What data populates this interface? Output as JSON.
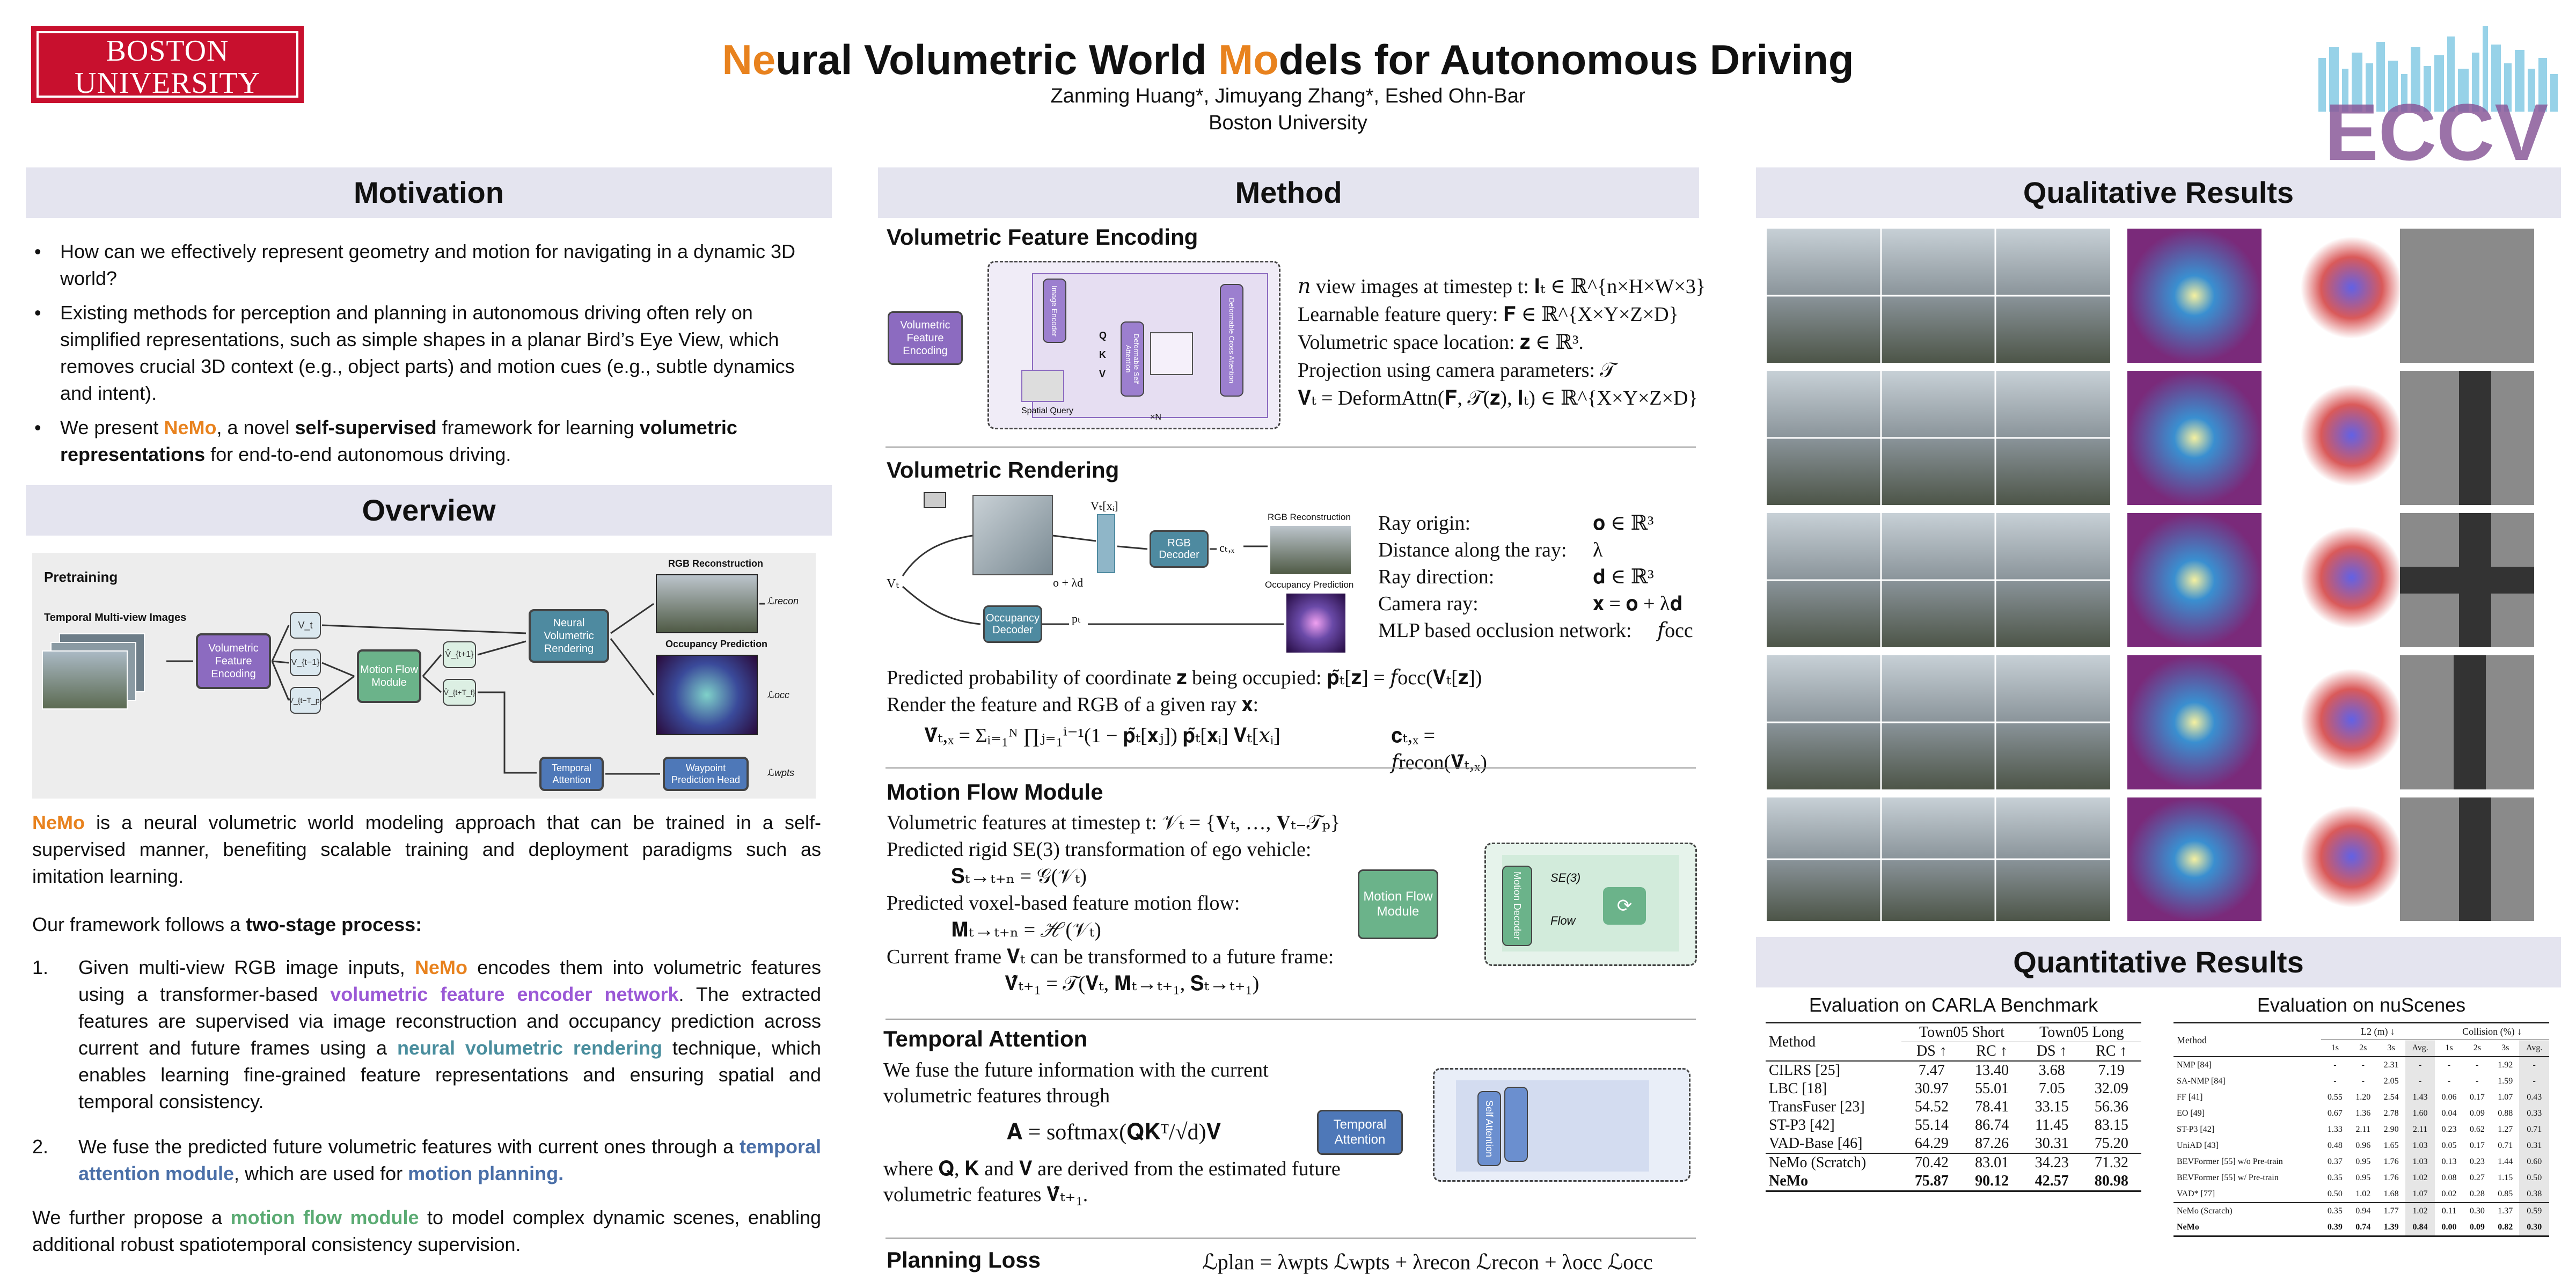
{
  "header": {
    "logo_line1": "BOSTON",
    "logo_line2": "UNIVERSITY",
    "title_pre1": "Ne",
    "title_mid1": "ural Volumetric World ",
    "title_pre2": "Mo",
    "title_mid2": "dels for Autonomous Driving",
    "authors": "Zanming Huang*, Jimuyang Zhang*, Eshed Ohn-Bar",
    "affiliation": "Boston University",
    "conf_logo": "ECCV"
  },
  "motivation": {
    "heading": "Motivation",
    "bullet1": "How can we effectively represent geometry and motion for navigating in a dynamic 3D world?",
    "bullet2": "Existing methods for perception and planning in autonomous driving often rely on simplified representations, such as simple shapes in a planar Bird’s Eye View, which removes crucial 3D context (e.g., object parts) and motion cues (e.g., subtle dynamics and intent).",
    "b3_a": "We present ",
    "b3_nemo": "NeMo",
    "b3_b": ", a novel ",
    "b3_ss": "self-supervised",
    "b3_c": " framework for learning ",
    "b3_vol": "volumetric representations",
    "b3_d": " for end-to-end autonomous driving."
  },
  "overview": {
    "heading": "Overview",
    "pretraining": "Pretraining",
    "temporal_images": "Temporal Multi-view Images",
    "vfe": "Volumetric Feature Encoding",
    "vt": "V_t",
    "vt1": "V_{t−1}",
    "vttp": "V_{t−T_p}",
    "mfm": "Motion Flow Module",
    "vhat1": "V̂_{t+1}",
    "vhatn": "V̂_{t+T_f}",
    "nvr": "Neural Volumetric Rendering",
    "rgb_recon": "RGB Reconstruction",
    "occ_pred": "Occupancy Prediction",
    "l_recon": "ℒrecon",
    "l_occ": "ℒocc",
    "ta": "Temporal Attention",
    "wph": "Waypoint Prediction Head",
    "l_wpts": "ℒwpts",
    "p1_a": "NeMo",
    "p1_b": " is a neural volumetric world modeling approach that can be trained in a self-supervised manner, benefiting scalable training and deployment paradigms such as imitation learning.",
    "p2_a": "Our framework follows a ",
    "p2_b": "two-stage process:",
    "i1_num": "1.",
    "i1_a": "Given multi-view RGB image inputs, ",
    "i1_nemo": "NeMo",
    "i1_b": " encodes them into volumetric features using a transformer-based ",
    "i1_vfen": "volumetric feature encoder network",
    "i1_c": ". The extracted features are supervised via image reconstruction and occupancy prediction across current and future frames using a ",
    "i1_nvr": "neural volumetric rendering",
    "i1_d": " technique, which enables learning fine-grained feature representations and ensuring spatial and temporal consistency.",
    "i2_num": "2.",
    "i2_a": "We fuse the predicted future volumetric features with current ones through a ",
    "i2_tam": "temporal attention module",
    "i2_b": ", which are used for ",
    "i2_mp": "motion planning.",
    "p3_a": "We further propose a ",
    "p3_mfm": "motion flow module",
    "p3_b": " to model complex dynamic scenes, enabling additional robust spatiotemporal consistency supervision."
  },
  "method": {
    "heading": "Method",
    "vfe_title": "Volumetric Feature Encoding",
    "vfe_box": "Volumetric Feature Encoding",
    "image_encoder": "Image Encoder",
    "q": "Q",
    "k": "K",
    "v": "V",
    "deform_self": "Deformable Self Attention",
    "deform_cross": "Deformable Cross Attention",
    "spatial_query": "Spatial Query",
    "xN": "×N",
    "vfe_l1": "𝑛 view images at timestep t: 𝐈ₜ ∈ ℝ^{n×H×W×3}",
    "vfe_l2": "Learnable feature query:      𝐅 ∈ ℝ^{X×Y×Z×D}",
    "vfe_l3": "Volumetric space location:    𝐳 ∈ ℝ³.",
    "vfe_l4": "Projection using camera parameters: 𝒯",
    "vfe_l5": "𝐕ₜ = DeformAttn(𝐅, 𝒯(𝐳), 𝐈ₜ) ∈ ℝ^{X×Y×Z×D}",
    "vr_title": "Volumetric Rendering",
    "vr_vtx": "Vₜ[xᵢ]",
    "vr_olam": "o + λd",
    "vr_vt": "Vₜ",
    "rgb_decoder": "RGB Decoder",
    "occ_decoder": "Occupancy Decoder",
    "ctx": "cₜ,ₓ",
    "pt": "pₜ",
    "vr_rgb": "RGB Reconstruction",
    "vr_occ": "Occupancy Prediction",
    "ray_origin": "Ray origin:",
    "ray_origin_v": "𝐨 ∈ ℝ³",
    "dist": "Distance along the ray:",
    "dist_v": "λ",
    "dir": "Ray direction:",
    "dir_v": "𝐝 ∈ ℝ³",
    "cam": "Camera ray:",
    "cam_v": "𝐱 = 𝐨 + λ𝐝",
    "mlp": "MLP based occlusion network:",
    "mlp_v": "𝑓occ",
    "vr_p1": "Predicted probability of coordinate 𝐳 being occupied:  𝐩̃ₜ[𝐳] = 𝑓occ(𝐕ₜ[𝐳])",
    "vr_p2": "Render the feature and RGB of a given ray 𝐱:",
    "vr_eq1": "𝐕̃ₜ,ₓ = Σᵢ₌₁ᴺ ∏ⱼ₌₁ⁱ⁻¹(1 − 𝐩̃ₜ[𝐱ⱼ]) 𝐩̃ₜ[𝐱ᵢ] 𝐕ₜ[𝑥ᵢ]",
    "vr_eq2": "𝐜ₜ,ₓ = 𝑓recon(𝐕̃ₜ,ₓ)",
    "mf_title": "Motion Flow Module",
    "mf_l1": "Volumetric features at timestep t:   𝒱ₜ = {𝐕ₜ, …, 𝐕ₜ₋𝒯ₚ}",
    "mf_l2": "Predicted rigid SE(3) transformation of ego vehicle:",
    "mf_l3": "𝐒ₜ→ₜ₊ₙ = 𝒢(𝒱ₜ)",
    "mf_l4": "Predicted voxel-based feature motion flow:",
    "mf_l5": "𝐌ₜ→ₜ₊ₙ = ℋ(𝒱ₜ)",
    "mf_l6": "Current frame 𝐕ₜ can be transformed to a future frame:",
    "mf_l7": "𝐕̂ₜ₊₁ = 𝒯(𝐕ₜ, 𝐌ₜ→ₜ₊₁, 𝐒ₜ→ₜ₊₁)",
    "mf_box": "Motion Flow Module",
    "motion_decoder": "Motion Decoder",
    "se3": "SE(3)",
    "flow": "Flow",
    "ta_title": "Temporal Attention",
    "ta_l1": "We fuse the future information with the current volumetric features through",
    "ta_eq": "𝐀 = softmax(𝐐𝐊ᵀ/√d)𝐕",
    "ta_l2": "where 𝐐, 𝐊 and 𝐕 are derived from the estimated future volumetric features 𝐕̂ₜ₊₁.",
    "ta_box": "Temporal Attention",
    "self_attention": "Self Attention",
    "pl_title": "Planning Loss",
    "pl_eq": "ℒplan = λwpts ℒwpts + λrecon ℒrecon + λocc ℒocc"
  },
  "qualitative": {
    "heading": "Qualitative Results"
  },
  "quantitative": {
    "heading": "Quantitative Results",
    "carla_title": "Evaluation on CARLA Benchmark",
    "c_method": "Method",
    "c_ts": "Town05 Short",
    "c_tl": "Town05 Long",
    "c_ds": "DS ↑",
    "c_rc": "RC ↑",
    "carla_rows": [
      [
        "CILRS [25]",
        "7.47",
        "13.40",
        "3.68",
        "7.19"
      ],
      [
        "LBC [18]",
        "30.97",
        "55.01",
        "7.05",
        "32.09"
      ],
      [
        "TransFuser [23]",
        "54.52",
        "78.41",
        "33.15",
        "56.36"
      ],
      [
        "ST-P3 [42]",
        "55.14",
        "86.74",
        "11.45",
        "83.15"
      ],
      [
        "VAD-Base [46]",
        "64.29",
        "87.26",
        "30.31",
        "75.20"
      ]
    ],
    "carla_rows2": [
      [
        "NeMo (Scratch)",
        "70.42",
        "83.01",
        "34.23",
        "71.32"
      ],
      [
        "NeMo",
        "75.87",
        "90.12",
        "42.57",
        "80.98"
      ]
    ],
    "nus_title": "Evaluation on nuScenes",
    "n_method": "Method",
    "n_l2": "L2 (m) ↓",
    "n_col": "Collision (%) ↓",
    "n_cols": [
      "1s",
      "2s",
      "3s",
      "Avg.",
      "1s",
      "2s",
      "3s",
      "Avg."
    ],
    "nus_rows": [
      [
        "NMP [84]",
        "-",
        "-",
        "2.31",
        "-",
        "-",
        "-",
        "1.92",
        "-"
      ],
      [
        "SA-NMP [84]",
        "-",
        "-",
        "2.05",
        "-",
        "-",
        "-",
        "1.59",
        "-"
      ],
      [
        "FF [41]",
        "0.55",
        "1.20",
        "2.54",
        "1.43",
        "0.06",
        "0.17",
        "1.07",
        "0.43"
      ],
      [
        "EO [49]",
        "0.67",
        "1.36",
        "2.78",
        "1.60",
        "0.04",
        "0.09",
        "0.88",
        "0.33"
      ],
      [
        "ST-P3 [42]",
        "1.33",
        "2.11",
        "2.90",
        "2.11",
        "0.23",
        "0.62",
        "1.27",
        "0.71"
      ],
      [
        "UniAD [43]",
        "0.48",
        "0.96",
        "1.65",
        "1.03",
        "0.05",
        "0.17",
        "0.71",
        "0.31"
      ],
      [
        "BEVFormer [55] w/o Pre-train",
        "0.37",
        "0.95",
        "1.76",
        "1.03",
        "0.13",
        "0.23",
        "1.44",
        "0.60"
      ],
      [
        "BEVFormer [55] w/ Pre-train",
        "0.35",
        "0.95",
        "1.76",
        "1.02",
        "0.08",
        "0.27",
        "1.15",
        "0.50"
      ],
      [
        "VAD* [77]",
        "0.50",
        "1.02",
        "1.68",
        "1.07",
        "0.02",
        "0.28",
        "0.85",
        "0.38"
      ]
    ],
    "nus_rows2": [
      [
        "NeMo (Scratch)",
        "0.35",
        "0.94",
        "1.77",
        "1.02",
        "0.11",
        "0.30",
        "1.37",
        "0.59"
      ],
      [
        "NeMo",
        "0.39",
        "0.74",
        "1.39",
        "0.84",
        "0.00",
        "0.09",
        "0.82",
        "0.30"
      ]
    ]
  },
  "colors": {
    "orange": "#e8821e",
    "purple": "#8c6bc0",
    "teal": "#4a8e9e",
    "green": "#6bb38a",
    "bu_red": "#c8102e",
    "header_bg": "#e4e4ef"
  }
}
